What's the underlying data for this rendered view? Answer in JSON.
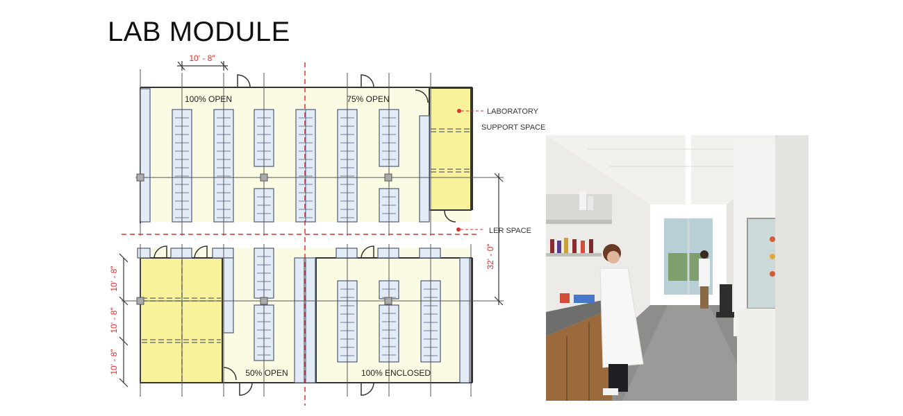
{
  "title": "LAB MODULE",
  "plan": {
    "dims": {
      "top": "10' - 8\"",
      "right": "32' - 0\"",
      "left": [
        "10' - 8\"",
        "10' - 8\"",
        "10' - 8\""
      ]
    },
    "zones": {
      "open100": "100% OPEN",
      "open75": "75% OPEN",
      "open50": "50% OPEN",
      "enclosed100": "100% ENCLOSED"
    },
    "callouts": {
      "support_line1": "LABORATORY",
      "support_line2": "SUPPORT SPACE",
      "ler": "LER SPACE"
    }
  },
  "colors": {
    "open_fill": "#fbfbe3",
    "support_fill": "#f8f29a",
    "bench_fill": "#e2ebf6",
    "bench_stroke": "#4b5a78",
    "wall": "#333333",
    "dim_red": "#d9312e"
  },
  "photo": {
    "subject": "laboratory-interior-photo"
  }
}
